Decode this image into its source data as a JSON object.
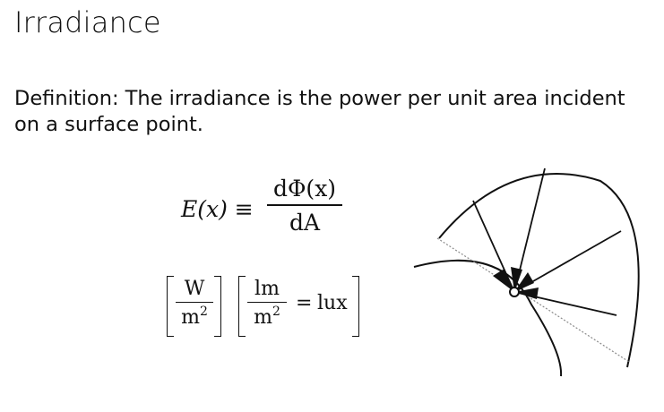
{
  "slide": {
    "title": "Irradiance",
    "definition": "Definition: The irradiance is the power per unit area incident on a surface point."
  },
  "equation_definition": {
    "lhs": "E(x) ≡",
    "numerator": "dΦ(x)",
    "denominator": "dA"
  },
  "equation_units": {
    "first_numerator": "W",
    "first_denominator": "m",
    "first_exponent": "2",
    "second_numerator": "lm",
    "second_denominator": "m",
    "second_exponent": "2",
    "equals": "=",
    "result": "lux"
  },
  "diagram": {
    "icons": [
      "hemisphere-outline",
      "surface-curve",
      "tangent-line",
      "incident-arrows",
      "surface-point"
    ],
    "colors": {
      "stroke": "#111111",
      "tangent": "#8a8a8a"
    }
  }
}
